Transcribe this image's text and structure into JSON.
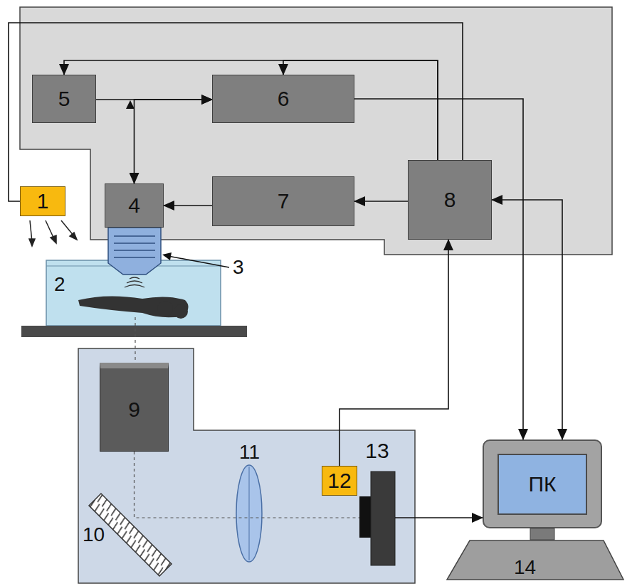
{
  "diagram": {
    "nodes": [
      {
        "text": [
          "5"
        ]
      },
      {
        "text": [
          "6"
        ]
      },
      {
        "text": [
          "4"
        ]
      },
      {
        "text": [
          "7"
        ]
      },
      {
        "text": [
          "8"
        ]
      },
      {
        "text": [
          "1"
        ]
      },
      {
        "text": [
          "9"
        ]
      },
      {
        "text": [
          "12"
        ]
      },
      {
        "text": [
          "13"
        ]
      },
      {
        "text": [
          "ПК"
        ]
      }
    ],
    "edges": [
      {
        "from": 0,
        "to": 1,
        "arrow": "to"
      },
      {
        "from": 2,
        "to": 1,
        "arrow": "both"
      },
      {
        "from": 4,
        "to": 0,
        "arrow": "to"
      },
      {
        "from": 4,
        "to": 1,
        "arrow": "to"
      },
      {
        "from": 4,
        "to": 5,
        "arrow": "none"
      },
      {
        "from": 4,
        "to": 3,
        "arrow": "to"
      },
      {
        "from": 3,
        "to": 2,
        "arrow": "to"
      },
      {
        "from": 1,
        "to": 9,
        "arrow": "to"
      },
      {
        "from": 4,
        "to": 9,
        "arrow": "both"
      },
      {
        "from": 7,
        "to": 4,
        "arrow": "to"
      },
      {
        "from": 6,
        "to": 8,
        "arrow": "none"
      },
      {
        "from": 8,
        "to": 9,
        "arrow": "to"
      }
    ],
    "labels": [
      "3",
      "2",
      "11",
      "10",
      "14"
    ]
  }
}
